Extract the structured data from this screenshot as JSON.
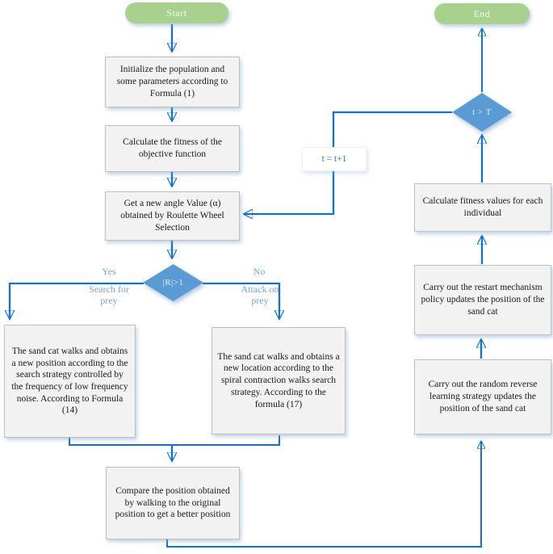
{
  "colors": {
    "arrow": "#1173cf",
    "green": "#a9d18e",
    "diamond": "#5b9bd5",
    "boxfill": "#f2f2f2",
    "boxborder": "#bfbfbf",
    "branch": "#79a1d0",
    "tlabel": "#2e75b6"
  },
  "flow": {
    "start": "Start",
    "end": "End",
    "initialize": "Initialize the population and some parameters according to Formula (1)",
    "calc_fitness": "Calculate the fitness of the objective function",
    "get_angle": "Get a new angle Value (α) obtained by Roulette Wheel Selection",
    "decision_r": "|R|>1",
    "branch_yes": "Yes",
    "branch_yes_sub": "Search for prey",
    "branch_no": "No",
    "branch_no_sub": "Attack on prey",
    "search_walk": "The sand cat walks and obtains a new position according to the search strategy controlled by the frequency of low frequency noise. According to  Formula (14)",
    "spiral_walk": "The sand cat walks and obtains a new location according to the spiral contraction walks search strategy. According to the formula (17)",
    "compare": "Compare the position obtained by walking to the original position to get a better position",
    "random_reverse": "Carry out the random reverse learning strategy updates the position of the sand cat",
    "restart_mechanism": "Carry out the restart mechanism policy updates the position of the sand cat",
    "fitness_individual": "Calculate fitness values for each individual",
    "t_update": "t = t+1",
    "decision_t": "t > T"
  }
}
